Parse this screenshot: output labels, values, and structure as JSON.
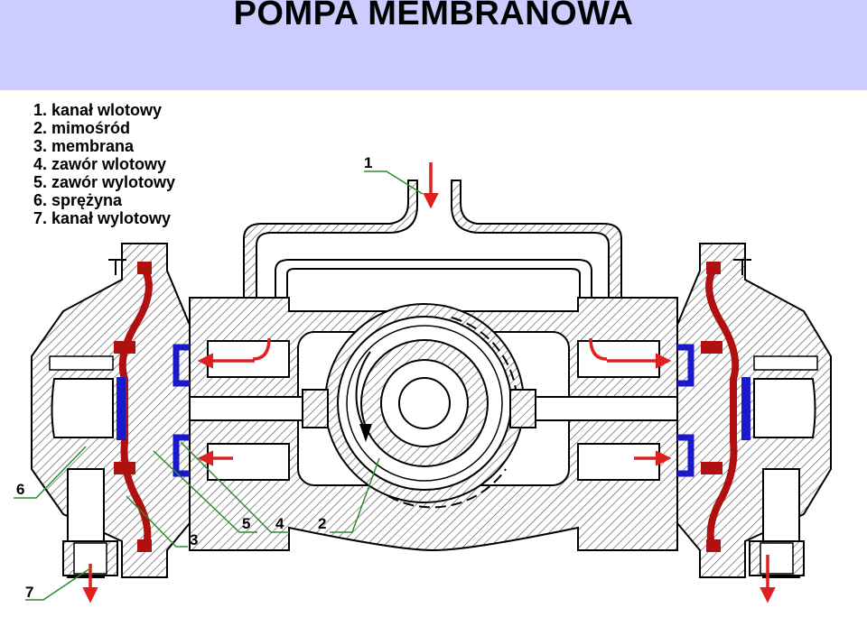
{
  "title": "POMPA MEMBRANOWA",
  "legend": [
    "1. kanał wlotowy",
    "2. mimośród",
    "3. membrana",
    "4. zawór wlotowy",
    "5. zawór wylotowy",
    "6. sprężyna",
    "7. kanał wylotowy"
  ],
  "callouts": {
    "c1": "1",
    "c2": "2",
    "c3": "3",
    "c4": "4",
    "c5": "5",
    "c6": "6",
    "c7": "7"
  },
  "colors": {
    "title_band": "#ccccff",
    "flow_arrow": "#e02020",
    "membrane": "#b01010",
    "valve": "#1a1acc",
    "leader_line": "#2e8b2e",
    "hatch": "#555555"
  }
}
